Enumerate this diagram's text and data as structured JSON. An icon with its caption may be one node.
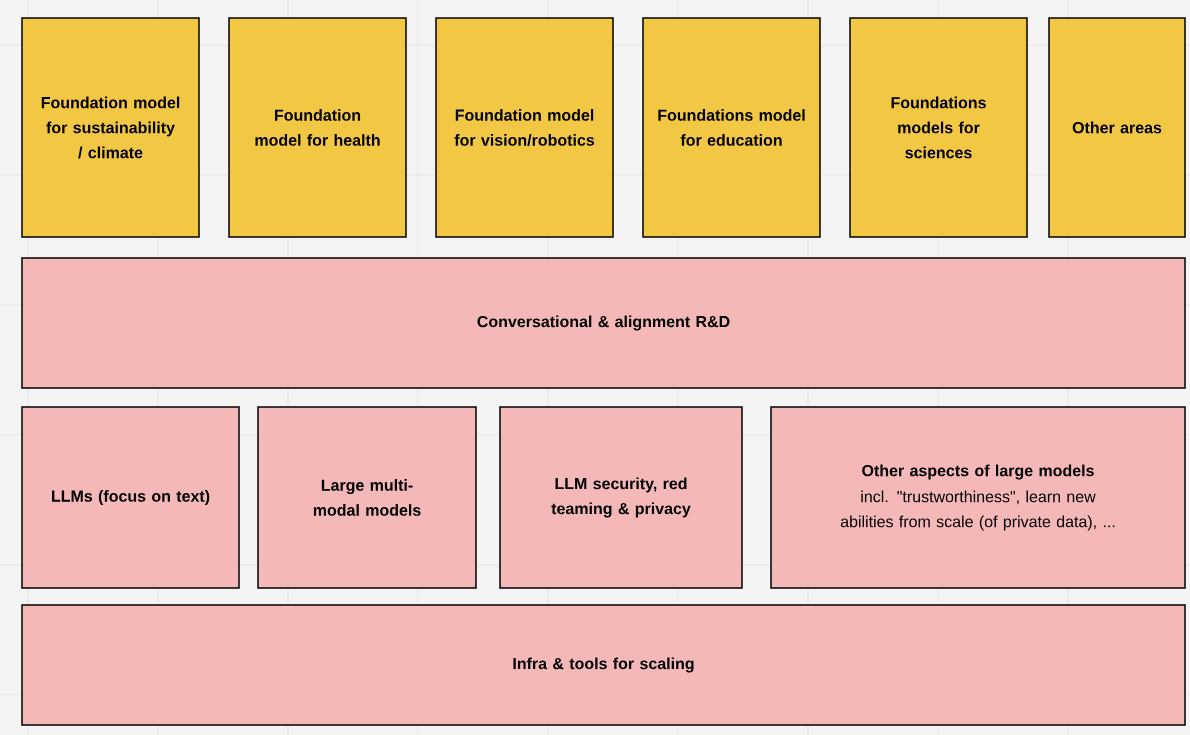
{
  "diagram": {
    "nodes": [
      {
        "text": [
          "Foundation model for sustainability / climate"
        ]
      },
      {
        "text": [
          "Foundation model for health"
        ]
      },
      {
        "text": [
          "Foundation model for vision/robotics"
        ]
      },
      {
        "text": [
          "Foundations model for education"
        ]
      },
      {
        "text": [
          "Foundations models for sciences"
        ]
      },
      {
        "text": [
          "Other areas"
        ]
      },
      {
        "text": [
          "Conversational & alignment R&D"
        ]
      },
      {
        "text": [
          "LLMs (focus on text)"
        ]
      },
      {
        "text": [
          "Large multi-modal models"
        ]
      },
      {
        "text": [
          "LLM security, red teaming & privacy"
        ]
      },
      {
        "text": [
          "Other aspects of large models",
          "incl. \"trustworthiness\", learn new abilities from scale (of private data), ..."
        ]
      },
      {
        "text": [
          "Infra & tools for scaling"
        ]
      }
    ]
  }
}
